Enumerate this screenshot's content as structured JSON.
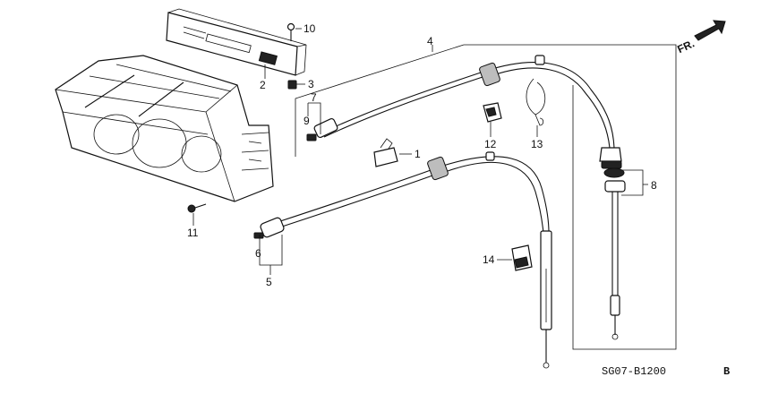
{
  "diagram": {
    "callouts": [
      "1",
      "2",
      "3",
      "4",
      "5",
      "6",
      "7",
      "8",
      "9",
      "10",
      "11",
      "12",
      "13",
      "14"
    ],
    "direction_label": "FR.",
    "diagram_code": "SG07-B1200",
    "diagram_code_suffix": "B"
  }
}
